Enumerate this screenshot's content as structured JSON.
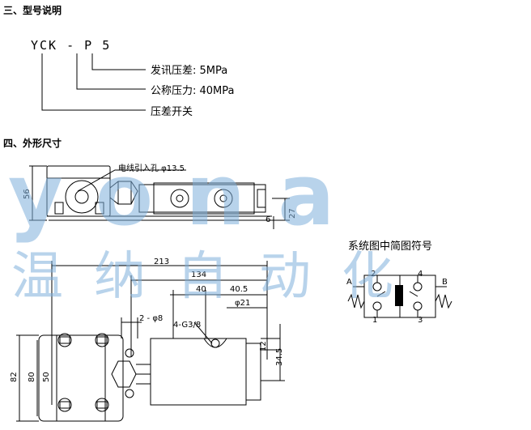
{
  "section3": {
    "heading": "三、型号说明",
    "model_code": "YCK - P 5",
    "items": [
      {
        "label": "发讯压差: 5MPa"
      },
      {
        "label": "公称压力: 40MPa"
      },
      {
        "label": "压差开关"
      }
    ]
  },
  "section4": {
    "heading": "四、外形尺寸"
  },
  "drawing": {
    "cable_hole": "电线引入孔 φ13.5",
    "dim_56": "56",
    "dim_27": "27",
    "dim_6": "6",
    "dim_213": "213",
    "dim_134": "134",
    "dim_40": "40",
    "dim_40_5": "40.5",
    "dim_phi21": "φ21",
    "dim_2phi8": "2 - φ8",
    "dim_thread": "4-G3/8",
    "dim_12": "12",
    "dim_34_5": "34.5",
    "dim_82": "82",
    "dim_80": "80",
    "dim_50": "50"
  },
  "schematic": {
    "title": "系统图中简图符号",
    "port_a": "A",
    "port_b": "B",
    "n1": "1",
    "n2": "2",
    "n3": "3",
    "n4": "4"
  },
  "watermark": {
    "en": "yona",
    "cn": "温纳自动化"
  }
}
